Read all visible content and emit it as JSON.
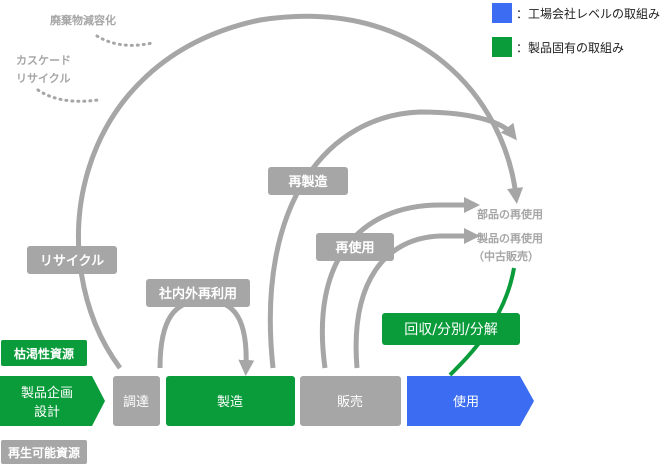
{
  "legend": [
    {
      "label": "：工場会社レベルの取組み",
      "color": "#3b6cf2"
    },
    {
      "label": "：製品固有の取組み",
      "color": "#0a9b3a"
    }
  ],
  "notes": {
    "waste": "廃棄物減容化",
    "cascade_1": "カスケード",
    "cascade_2": "リサイクル",
    "parts_reuse": "部品の再使用",
    "product_reuse_1": "製品の再使用",
    "product_reuse_2": "（中古販売）"
  },
  "tags": {
    "recycle": "リサイクル",
    "remanufacture": "再製造",
    "reuse": "再使用",
    "inhouse_reuse": "社内外再利用",
    "collection": "回収/分別/分解"
  },
  "resources": {
    "depleting": "枯渇性資源",
    "renewable": "再生可能資源"
  },
  "stages": {
    "planning_1": "製品企画",
    "planning_2": "設計",
    "procurement": "調達",
    "manufacturing": "製造",
    "sales": "販売",
    "use": "使用"
  },
  "colors": {
    "gray": "#a6a6a6",
    "green": "#0a9b3a",
    "blue": "#3b6cf2"
  }
}
